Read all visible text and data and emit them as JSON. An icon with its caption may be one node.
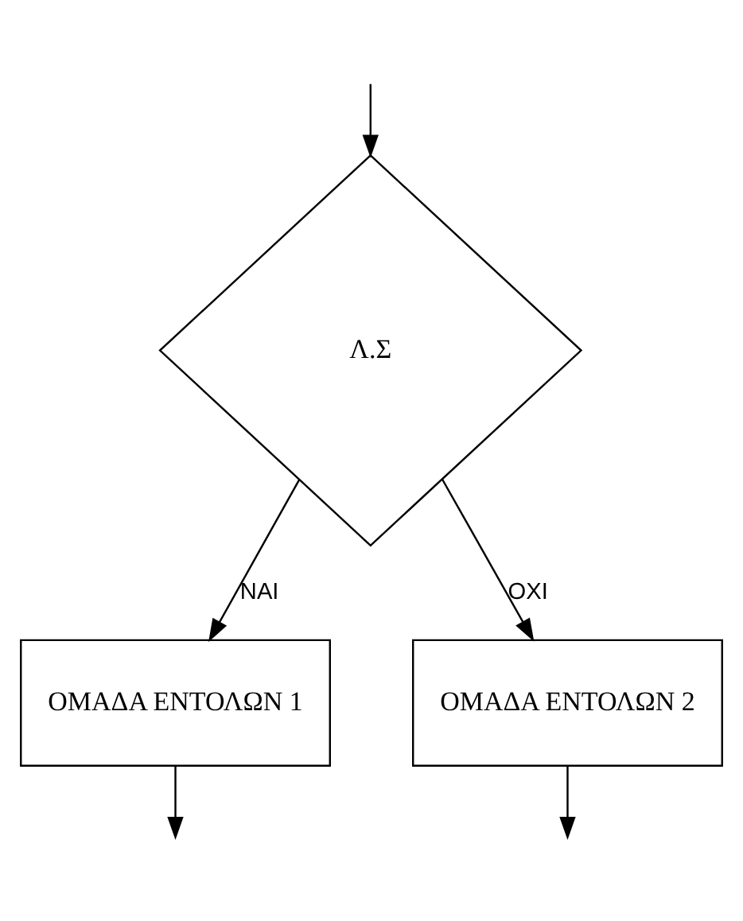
{
  "diagram": {
    "nodes": [
      {
        "text": [
          "Λ.Σ"
        ]
      },
      {
        "text": [
          "ΟΜΑΔΑ ΕΝΤΟΛΩΝ 1"
        ]
      },
      {
        "text": [
          "ΟΜΑΔΑ ΕΝΤΟΛΩΝ 2"
        ]
      }
    ],
    "edges": [
      {
        "from": null,
        "to": 0,
        "arrow": "to"
      },
      {
        "from": 0,
        "to": 1,
        "arrow": "to",
        "label": "ΝΑΙ"
      },
      {
        "from": 0,
        "to": 2,
        "arrow": "to",
        "label": "ΟΧΙ"
      },
      {
        "from": 1,
        "to": null,
        "arrow": "to"
      },
      {
        "from": 2,
        "to": null,
        "arrow": "to"
      }
    ]
  }
}
